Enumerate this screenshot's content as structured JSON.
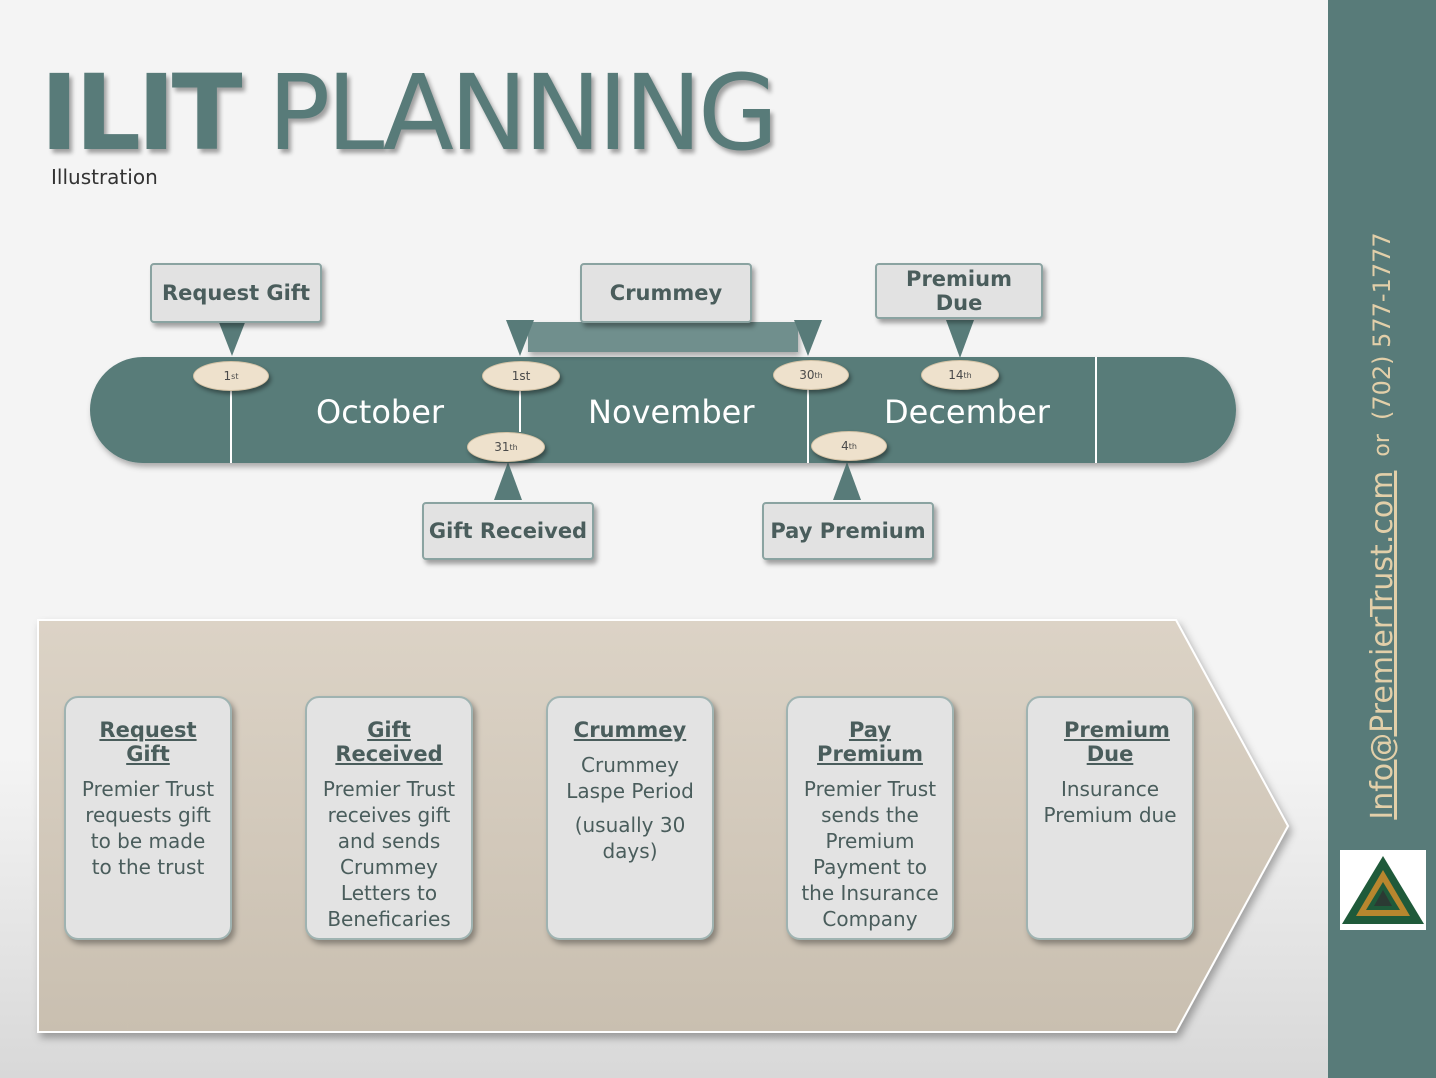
{
  "title": {
    "bold": "ILIT",
    "rest": "PLANNING",
    "subtitle": "Illustration"
  },
  "timeline": {
    "months": [
      "October",
      "November",
      "December"
    ],
    "dates": {
      "oct_1": {
        "num": "1",
        "sup": "st"
      },
      "nov_1": {
        "num": "1st",
        "sup": ""
      },
      "nov_30": {
        "num": "30",
        "sup": "th"
      },
      "dec_14": {
        "num": "14",
        "sup": "th"
      },
      "oct_31": {
        "num": "31",
        "sup": "th"
      },
      "dec_4": {
        "num": "4",
        "sup": "th"
      }
    },
    "callouts": {
      "request_gift": "Request Gift",
      "crummey": "Crummey",
      "premium_due": "Premium Due",
      "gift_received": "Gift Received",
      "pay_premium": "Pay Premium"
    }
  },
  "steps": [
    {
      "heading": "Request Gift",
      "body": "Premier Trust requests gift to be made to the trust",
      "extra": ""
    },
    {
      "heading": "Gift Received",
      "body": "Premier Trust receives gift and sends Crummey Letters to Beneficaries",
      "extra": ""
    },
    {
      "heading": "Crummey",
      "body": "Crummey Laspe Period",
      "extra": "(usually 30 days)"
    },
    {
      "heading": "Pay Premium",
      "body": "Premier Trust sends the Premium Payment to the Insurance Company",
      "extra": ""
    },
    {
      "heading": "Premium Due",
      "body": "Insurance Premium due",
      "extra": ""
    }
  ],
  "contact": {
    "email": "Info@PremierTrust.com",
    "or": "or",
    "phone": "(702) 577-1777"
  },
  "colors": {
    "teal": "#587b79",
    "beige": "#eee1cc",
    "gold": "#e2cfa9",
    "callout_bg": "#e2e2e2"
  }
}
